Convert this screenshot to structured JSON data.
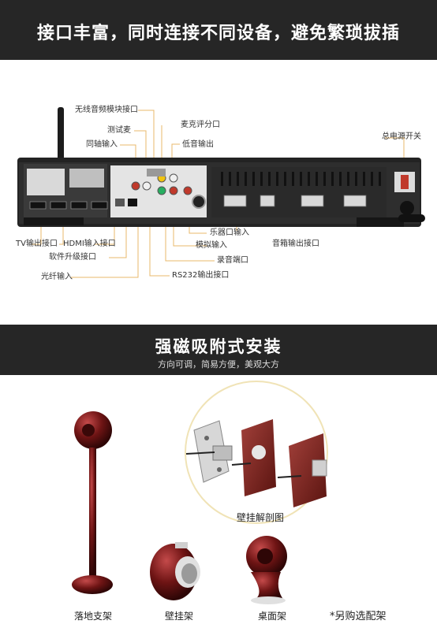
{
  "section1": {
    "title": "接口丰富，同时连接不同设备，避免繁琐拔插",
    "labels": {
      "wireless_module": "无线音频模块接口",
      "test_mic": "测试麦",
      "mic_eval": "麦克评分口",
      "coaxial_in": "同轴输入",
      "bass_out": "低音输出",
      "power_switch": "总电源开关",
      "tv_out": "TV输出接口",
      "hdmi_in": "HDMI输入接口",
      "upgrade": "软件升级接口",
      "optical_in": "光纤输入",
      "instrument_in": "乐器口输入",
      "speaker_out": "音箱输出接口",
      "analog_in": "模拟输入",
      "record_port": "录音端口",
      "rs232_out": "RS232输出接口"
    }
  },
  "section2": {
    "title": "强磁吸附式安装",
    "subtitle": "方向可调，简易方便，美观大方",
    "exploded_caption": "壁挂解剖图",
    "captions": {
      "floor": "落地支架",
      "wall": "壁挂架",
      "desk": "桌面架",
      "optional": "*另购选配架"
    }
  }
}
